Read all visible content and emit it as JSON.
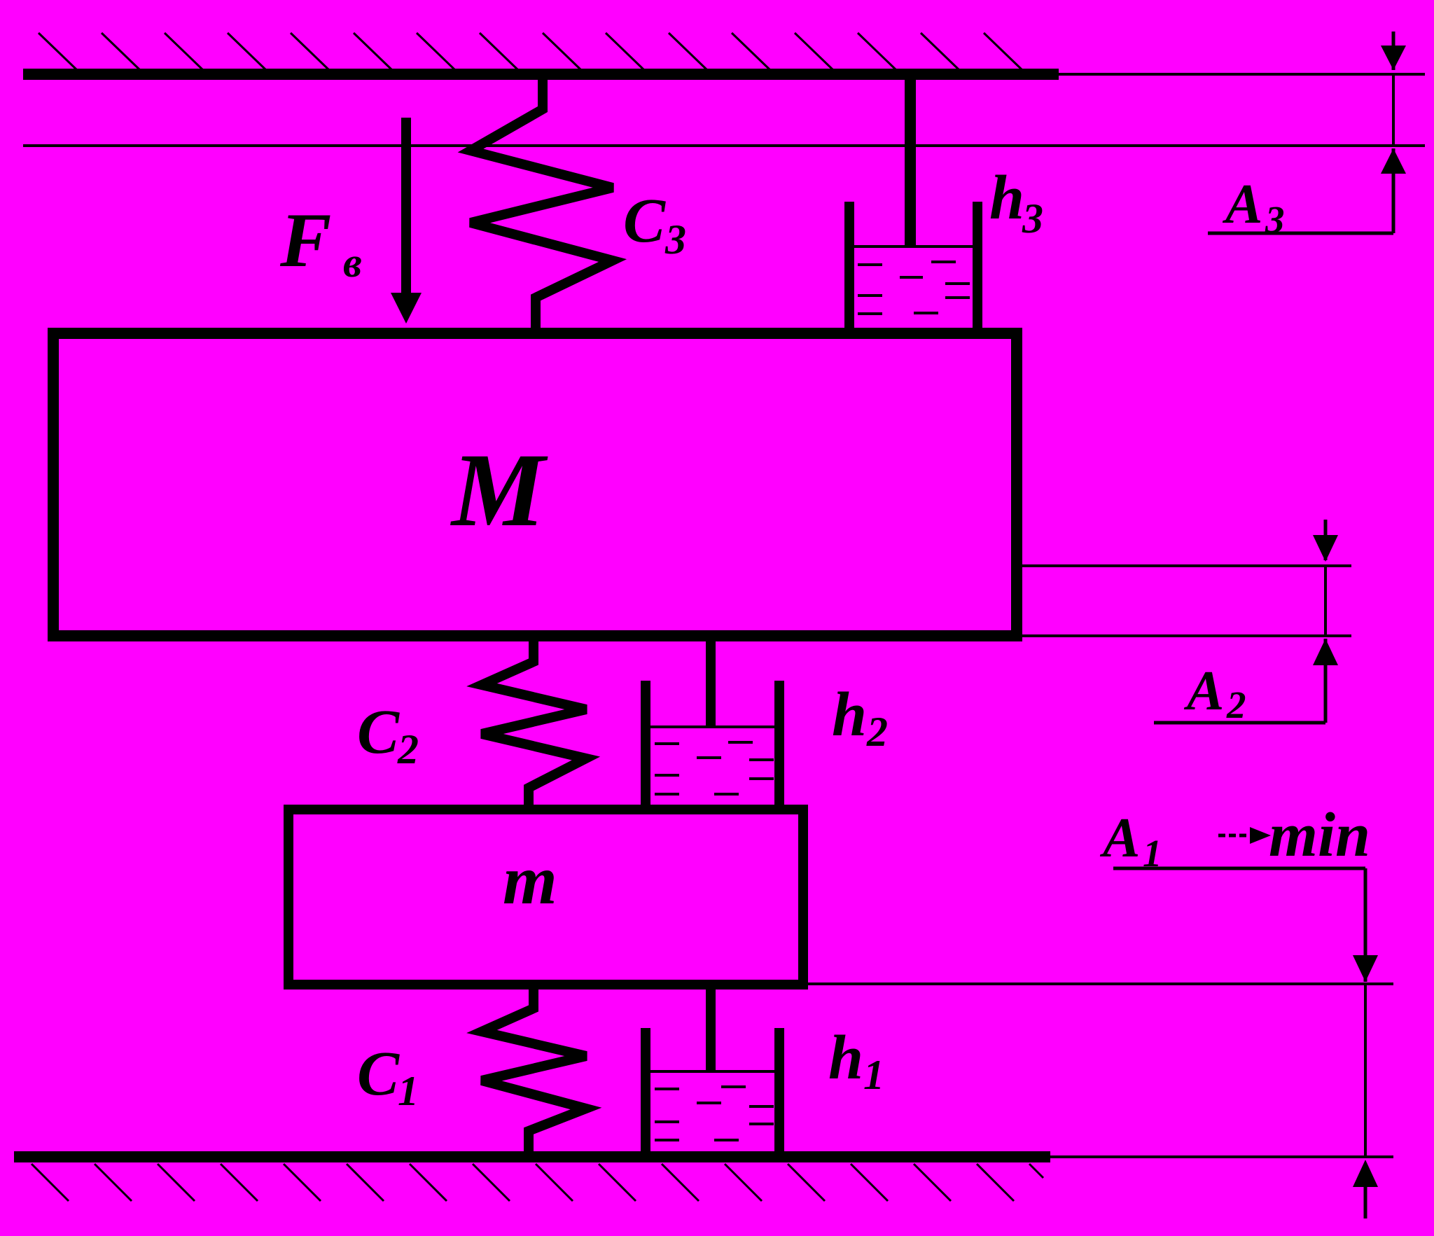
{
  "colors": {
    "background": "#FF00FF",
    "ink": "#000000"
  },
  "labels": {
    "big_mass": "M",
    "small_mass": "m",
    "force": "F",
    "force_sub": "в",
    "spring_top": "C",
    "spring_top_sub": "3",
    "spring_mid": "C",
    "spring_mid_sub": "2",
    "spring_bot": "C",
    "spring_bot_sub": "1",
    "damper_top": "h",
    "damper_top_sub": "3",
    "damper_mid": "h",
    "damper_mid_sub": "2",
    "damper_bot": "h",
    "damper_bot_sub": "1",
    "amp_top": "A",
    "amp_top_sub": "3",
    "amp_mid": "A",
    "amp_mid_sub": "2",
    "amp_bot": "A",
    "amp_bot_sub": "1",
    "objective": "min"
  }
}
